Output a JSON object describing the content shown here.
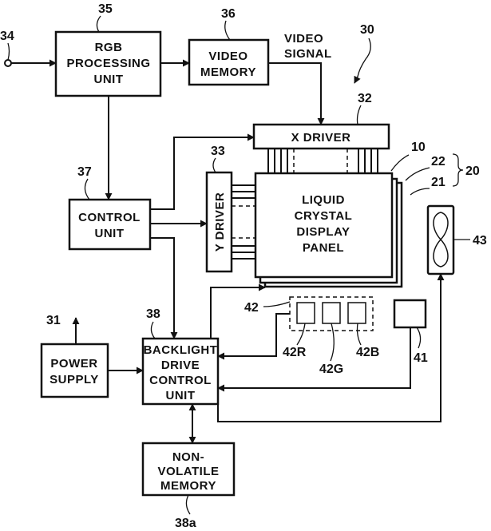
{
  "boxes": {
    "rgb": [
      "RGB",
      "PROCESSING",
      "UNIT"
    ],
    "video_memory": [
      "VIDEO",
      "MEMORY"
    ],
    "x_driver": [
      "X DRIVER"
    ],
    "y_driver": "Y DRIVER",
    "control": [
      "CONTROL",
      "UNIT"
    ],
    "lcd": [
      "LIQUID",
      "CRYSTAL",
      "DISPLAY",
      "PANEL"
    ],
    "power": [
      "POWER",
      "SUPPLY"
    ],
    "backlight": [
      "BACKLIGHT",
      "DRIVE",
      "CONTROL",
      "UNIT"
    ],
    "nvm": [
      "NON-",
      "VOLATILE",
      "MEMORY"
    ]
  },
  "labels": {
    "video_signal": [
      "VIDEO",
      "SIGNAL"
    ]
  },
  "refs": {
    "r34": "34",
    "r35": "35",
    "r36": "36",
    "r30": "30",
    "r32": "32",
    "r33": "33",
    "r37": "37",
    "r10": "10",
    "r22": "22",
    "r21": "21",
    "r20": "20",
    "r43": "43",
    "r42": "42",
    "r31": "31",
    "r38": "38",
    "r41": "41",
    "r42r": "42R",
    "r42g": "42G",
    "r42b": "42B",
    "r38a": "38a"
  },
  "colors": {
    "ink": "#111111",
    "background": "#ffffff"
  }
}
